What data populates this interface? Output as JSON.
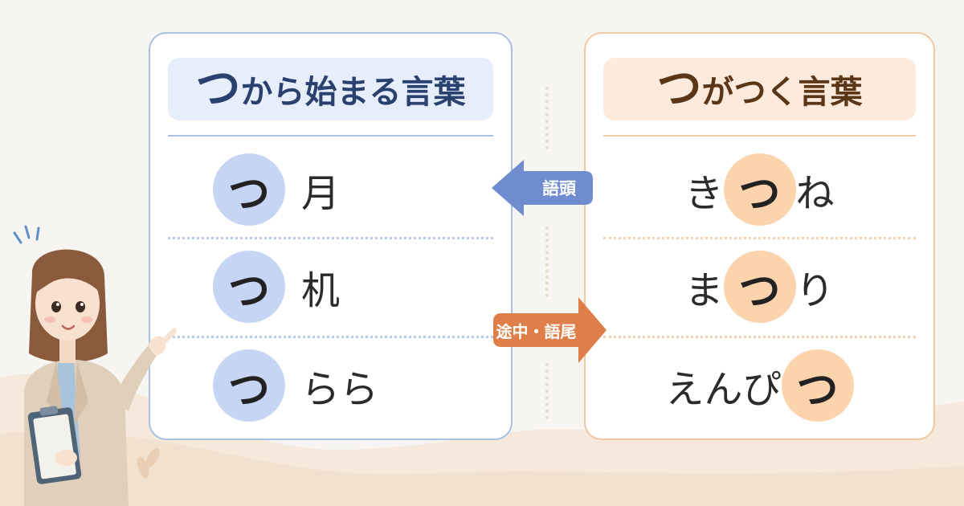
{
  "left_card": {
    "title_big": "つ",
    "title_rest": "から始まる言葉",
    "words": [
      {
        "kana": "つ",
        "rest": "月"
      },
      {
        "kana": "つ",
        "rest": "机"
      },
      {
        "kana": "つ",
        "rest": "らら"
      }
    ]
  },
  "right_card": {
    "title_big": "つ",
    "title_rest": "がつく言葉",
    "words": [
      {
        "before": "き",
        "kana": "つ",
        "after": "ね"
      },
      {
        "before": "ま",
        "kana": "つ",
        "after": "り"
      },
      {
        "before": "えんぴ",
        "kana": "つ",
        "after": ""
      }
    ]
  },
  "arrows": {
    "left_label": "語頭",
    "right_label": "途中・語尾"
  },
  "colors": {
    "blue_accent": "#6f8ccf",
    "orange_accent": "#de7e48",
    "blue_bubble": "#c7d5f4",
    "orange_bubble": "#fbd3ad"
  },
  "illustration": {
    "subject": "woman-pointing-with-clipboard"
  }
}
